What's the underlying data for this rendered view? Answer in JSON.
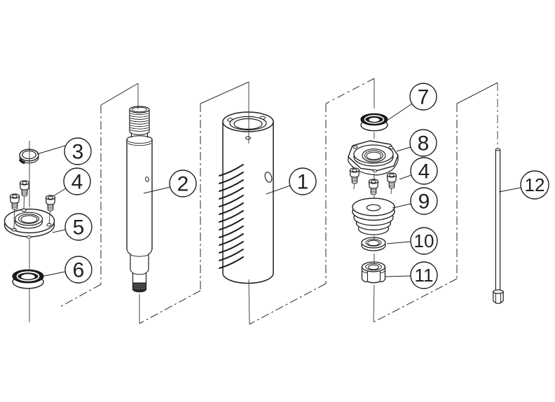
{
  "colors": {
    "background": "#ffffff",
    "ink": "#1f1f1f",
    "bearing_dark": "#1c1c1c"
  },
  "balloons": [
    {
      "label": "1"
    },
    {
      "label": "2"
    },
    {
      "label": "3"
    },
    {
      "label": "4"
    },
    {
      "label": "5"
    },
    {
      "label": "6"
    },
    {
      "label": "7"
    },
    {
      "label": "8"
    },
    {
      "label": "4"
    },
    {
      "label": "9"
    },
    {
      "label": "10"
    },
    {
      "label": "11"
    },
    {
      "label": "12"
    }
  ]
}
